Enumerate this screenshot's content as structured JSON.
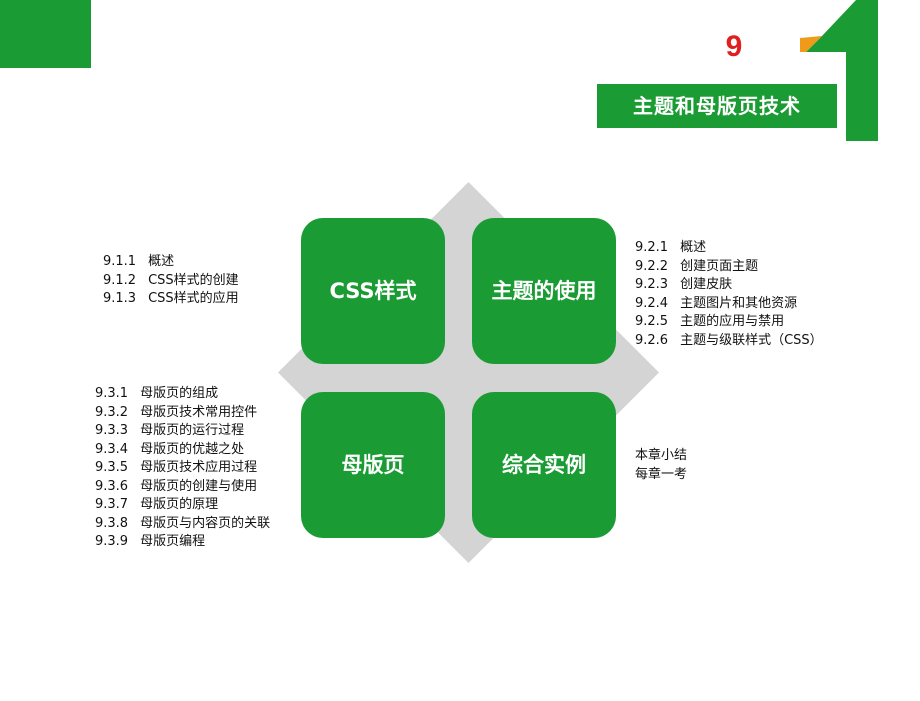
{
  "slide": {
    "chapter_number": "9",
    "title": "主题和母版页技术",
    "colors": {
      "brand_green": "#1a9b33",
      "chapter_red": "#e02020",
      "diamond_gray": "#d4d4d4"
    }
  },
  "tiles": {
    "top_left": "CSS样式",
    "top_right": "主题的使用",
    "bottom_left": "母版页",
    "bottom_right": "综合实例"
  },
  "sections": {
    "css": [
      {
        "num": "9.1.1",
        "text": "概述"
      },
      {
        "num": "9.1.2",
        "text": "CSS样式的创建"
      },
      {
        "num": "9.1.3",
        "text": "CSS样式的应用"
      }
    ],
    "themes": [
      {
        "num": "9.2.1",
        "text": "概述"
      },
      {
        "num": "9.2.2",
        "text": "创建页面主题"
      },
      {
        "num": "9.2.3",
        "text": "创建皮肤"
      },
      {
        "num": "9.2.4",
        "text": "主题图片和其他资源"
      },
      {
        "num": "9.2.5",
        "text": "主题的应用与禁用"
      },
      {
        "num": "9.2.6",
        "text": "主题与级联样式（CSS）"
      }
    ],
    "master": [
      {
        "num": "9.3.1",
        "text": "母版页的组成"
      },
      {
        "num": "9.3.2",
        "text": "母版页技术常用控件"
      },
      {
        "num": "9.3.3",
        "text": "母版页的运行过程"
      },
      {
        "num": "9.3.4",
        "text": "母版页的优越之处"
      },
      {
        "num": "9.3.5",
        "text": "母版页技术应用过程"
      },
      {
        "num": "9.3.6",
        "text": "母版页的创建与使用"
      },
      {
        "num": "9.3.7",
        "text": "母版页的原理"
      },
      {
        "num": "9.3.8",
        "text": "母版页与内容页的关联"
      },
      {
        "num": "9.3.9",
        "text": "母版页编程"
      }
    ],
    "summary": [
      {
        "text": "本章小结"
      },
      {
        "text": "每章一考"
      }
    ]
  }
}
